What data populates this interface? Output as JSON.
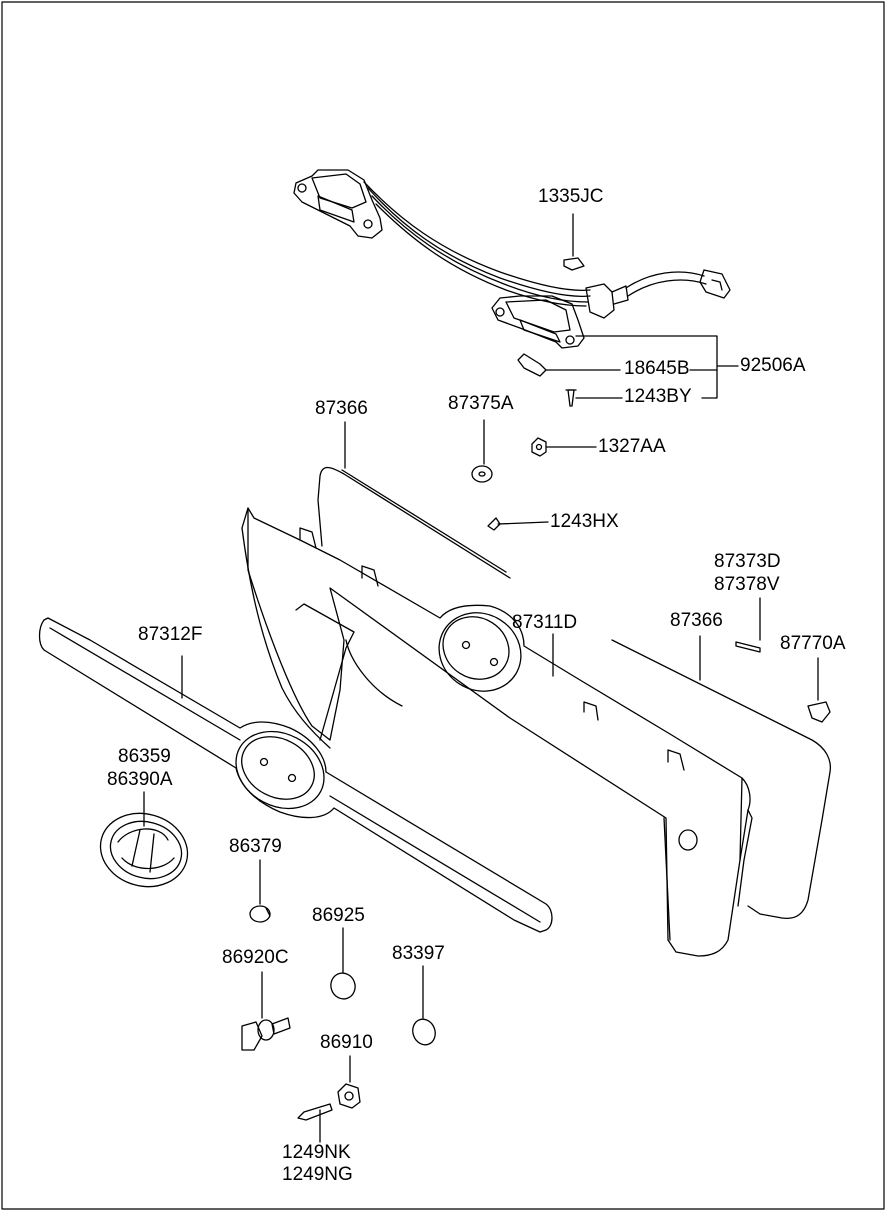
{
  "labels": {
    "p1335JC": "1335JC",
    "p18645B": "18645B",
    "p92506A": "92506A",
    "p1243BY": "1243BY",
    "p87366a": "87366",
    "p87375A": "87375A",
    "p1327AA": "1327AA",
    "p1243HX": "1243HX",
    "p87373D": "87373D",
    "p87378V": "87378V",
    "p87312F": "87312F",
    "p87311D": "87311D",
    "p87366b": "87366",
    "p87770A": "87770A",
    "p86359": "86359",
    "p86390A": "86390A",
    "p86379": "86379",
    "p86925": "86925",
    "p86920C": "86920C",
    "p83397": "83397",
    "p86910": "86910",
    "p1249NK": "1249NK",
    "p1249NG": "1249NG"
  }
}
